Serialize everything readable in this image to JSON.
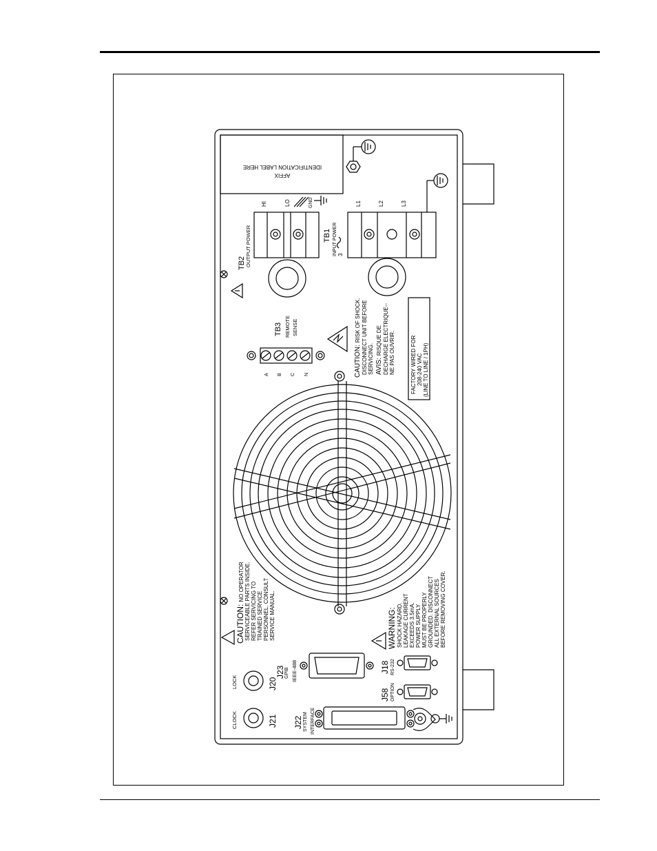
{
  "panel": {
    "affix_label": [
      "AFFIX",
      "IDENTIFICATION LABEL HERE"
    ],
    "tb2": {
      "name": "TB2",
      "desc": "OUTPUT POWER",
      "terminals": [
        "HI",
        "LO",
        "GND"
      ]
    },
    "tb1": {
      "name": "TB1",
      "desc": "INPUT POWER",
      "phase": "3",
      "terminals": [
        "L1",
        "L2",
        "L3"
      ]
    },
    "tb3": {
      "name": "TB3",
      "desc": [
        "REMOTE",
        "SENSE"
      ],
      "terminals": [
        "A",
        "B",
        "C",
        "N"
      ]
    },
    "caution_shock": {
      "line1_head": "CAUTION:",
      "line1_rest": "RISK OF SHOCK.",
      "lines": [
        "DISCONNECT  UNIT  BEFORE",
        "SERVICING."
      ],
      "avis_head": "AVIS:",
      "avis_rest": "RISQUE DE",
      "avis_lines": [
        "DECHARGE ELECTRIQUE--",
        "NE PAS OUVRIR."
      ]
    },
    "factory_wired": [
      "FACTORY WIRED FOR",
      "208-240 VAC",
      "(LINE TO LINE / 1PH)"
    ],
    "caution_operator": {
      "head": "CAUTION:",
      "head_rest": "NO OPERATOR",
      "lines": [
        "SERVICEABLE  PARTS  INSIDE.",
        "REFER  SERVICING  TO",
        "TRAINED  SERVICE",
        "PERSONNEL.  CONSULT",
        "SERVICE  MANUAL."
      ]
    },
    "warning": {
      "head": "WARNING:",
      "lines": [
        "SHOCK  HAZARD.",
        "LEAKAGE  CURRENT",
        "EXCEEDS  3.5mA.",
        "POWER  SUPPLY",
        "MUST  BE  PROPERLY",
        "GROUNDED.  DISCONNECT",
        "ALL  EXTERNAL  SOURCES",
        "BEFORE  REMOVING  COVER."
      ]
    },
    "connectors": {
      "j20": {
        "name": "J20",
        "label": "LOCK"
      },
      "j21": {
        "name": "J21",
        "label": "CLOCK"
      },
      "j23": {
        "name": "J23",
        "label1": "GPIB",
        "label2": "IEEE-488"
      },
      "j18": {
        "name": "J18",
        "label": "RS-232"
      },
      "j58": {
        "name": "J58",
        "label": "OPTION"
      },
      "j22": {
        "name": "J22",
        "label1": "SYSTEM",
        "label2": "INTERFACE"
      }
    }
  }
}
